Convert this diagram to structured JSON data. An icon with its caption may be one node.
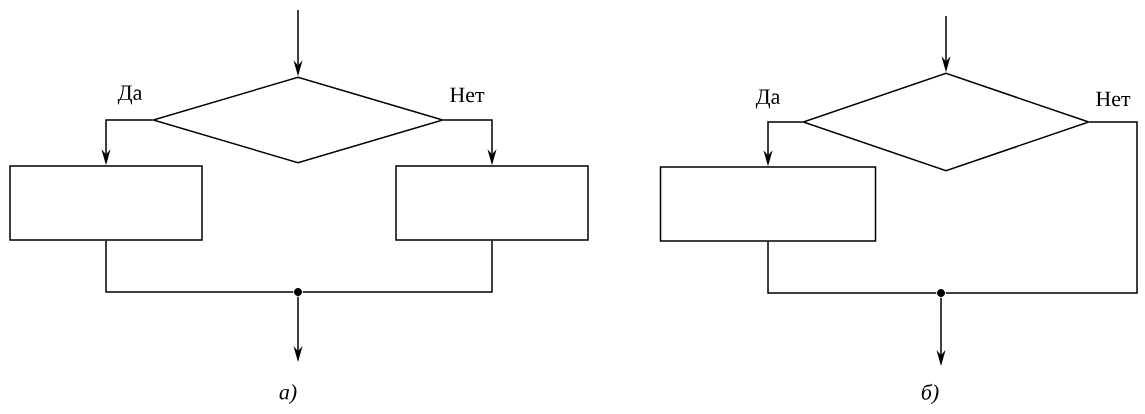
{
  "diagram": {
    "nodes": [
      {
        "text": [],
        "shape": "diamond"
      },
      {
        "text": [],
        "shape": "box"
      },
      {
        "text": [],
        "shape": "box"
      },
      {
        "text": [],
        "shape": "circle"
      },
      {
        "text": [],
        "shape": "diamond"
      },
      {
        "text": [],
        "shape": "box"
      },
      {
        "text": [],
        "shape": "circle"
      }
    ],
    "edges": [
      {
        "from": null,
        "to": 0,
        "arrow": "to"
      },
      {
        "from": 0,
        "to": 1,
        "arrow": "to",
        "label": "Да"
      },
      {
        "from": 0,
        "to": 2,
        "arrow": "to",
        "label": "Нет"
      },
      {
        "from": 1,
        "to": 3,
        "arrow": "none"
      },
      {
        "from": 2,
        "to": 3,
        "arrow": "none"
      },
      {
        "from": 3,
        "to": null,
        "arrow": "to"
      },
      {
        "from": null,
        "to": 4,
        "arrow": "to"
      },
      {
        "from": 4,
        "to": 5,
        "arrow": "to",
        "label": "Да"
      },
      {
        "from": 4,
        "to": 6,
        "arrow": "none",
        "label": "Нет"
      },
      {
        "from": 5,
        "to": 6,
        "arrow": "none"
      },
      {
        "from": 6,
        "to": null,
        "arrow": "to"
      }
    ],
    "labels": [
      "а)",
      "б)"
    ]
  }
}
